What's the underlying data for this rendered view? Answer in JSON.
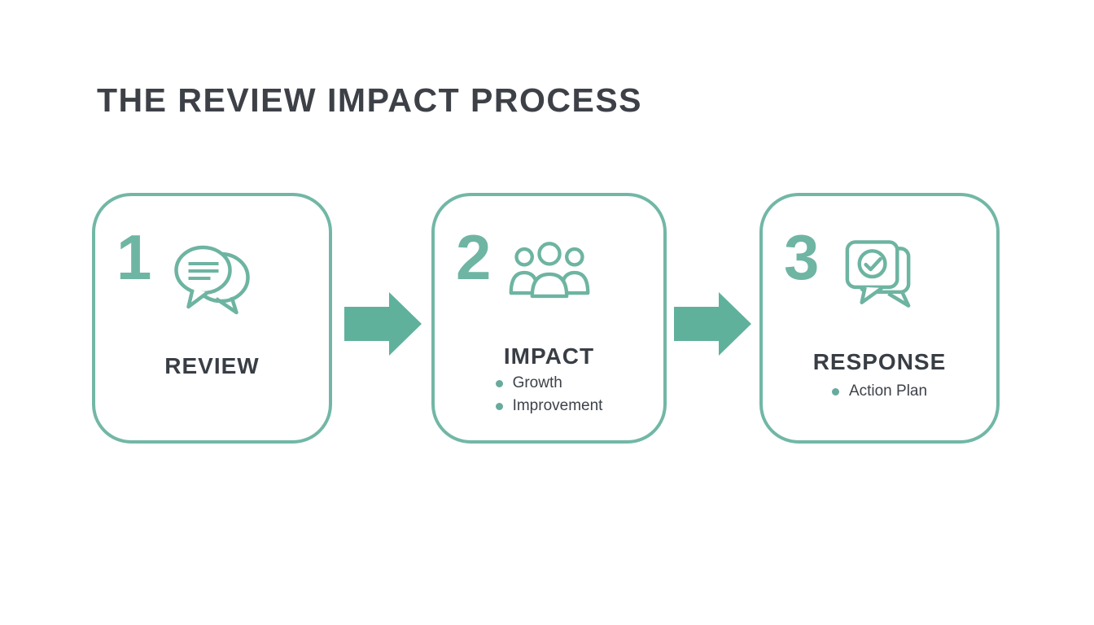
{
  "title": "THE REVIEW IMPACT PROCESS",
  "colors": {
    "teal_border": "#72b7a6",
    "teal_number": "#6fb5a3",
    "teal_arrow": "#5fb19c",
    "bullet_dot": "#68aa9d",
    "heading_text": "#3d4147",
    "body_text": "#3d4249",
    "background": "#ffffff"
  },
  "steps": [
    {
      "number": "1",
      "label": "REVIEW",
      "icon": "chat-bubbles-icon",
      "bullets": []
    },
    {
      "number": "2",
      "label": "IMPACT",
      "icon": "people-group-icon",
      "bullets": [
        "Growth",
        "Improvement"
      ]
    },
    {
      "number": "3",
      "label": "RESPONSE",
      "icon": "chat-check-icon",
      "bullets": [
        "Action Plan"
      ]
    }
  ]
}
